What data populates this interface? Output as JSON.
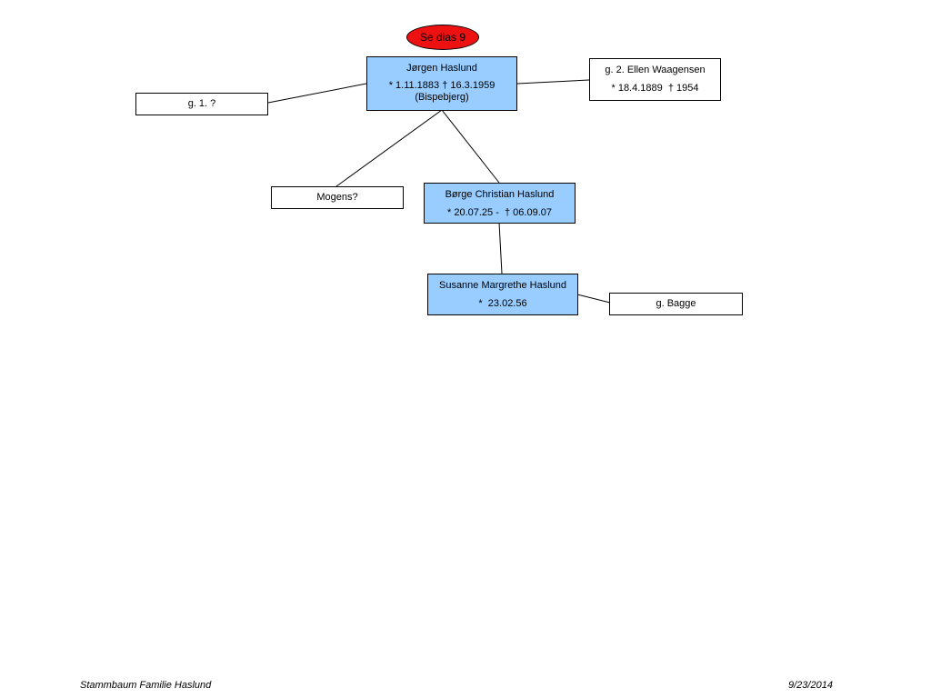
{
  "reference_oval": {
    "label": "Se dias 9",
    "color": "#ee1111"
  },
  "nodes": {
    "jorgen": {
      "name": "Jørgen Haslund",
      "dates": "* 1.11.1883 † 16.3.1959",
      "place": "(Bispebjerg)"
    },
    "wife1": {
      "name": "g. 1. ?"
    },
    "wife2": {
      "name": "g. 2. Ellen Waagensen",
      "dates": "* 18.4.1889  † 1954"
    },
    "mogens": {
      "name": "Mogens?"
    },
    "borge": {
      "name": "Børge Christian Haslund",
      "dates": "* 20.07.25 -  † 06.09.07"
    },
    "susanne": {
      "name": "Susanne Margrethe Haslund",
      "dates": "*  23.02.56"
    },
    "bagge": {
      "name": "g. Bagge"
    }
  },
  "colors": {
    "person_fill": "#99ccff",
    "spouse_fill": "#ffffff"
  },
  "footer": {
    "title": "Stammbaum Familie Haslund",
    "date": "9/23/2014"
  }
}
